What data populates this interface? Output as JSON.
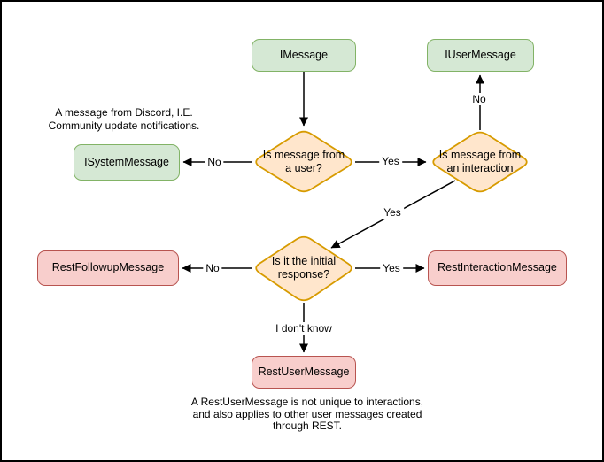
{
  "colors": {
    "background": "#ffffff",
    "frame_border": "#000000",
    "line_color": "#000000",
    "green_fill": "#d5e8d4",
    "green_border": "#82b366",
    "orange_fill": "#ffe6cc",
    "orange_border": "#d79b00",
    "red_fill": "#f8cecc",
    "red_border": "#b85450"
  },
  "nodes": {
    "imessage": "IMessage",
    "iusermessage": "IUserMessage",
    "isystemmessage": "ISystemMessage",
    "restfollowupmessage": "RestFollowupMessage",
    "restinteractionmessage": "RestInteractionMessage",
    "restusermessage": "RestUserMessage"
  },
  "decisions": {
    "from_user": "Is message from\na user?",
    "from_interaction": "Is message from\nan interaction",
    "initial_response": "Is it the initial\nresponse?"
  },
  "edge_labels": {
    "from_user_no": "No",
    "from_user_yes": "Yes",
    "from_interaction_no": "No",
    "from_interaction_yes": "Yes",
    "initial_no": "No",
    "initial_yes": "Yes",
    "initial_unknown": "I don't know"
  },
  "notes": {
    "system_note": "A message from Discord, I.E.\nCommunity update notifications.",
    "rest_note": "A RestUserMessage is not unique to interactions,\nand also applies to other user messages created\nthrough REST."
  }
}
